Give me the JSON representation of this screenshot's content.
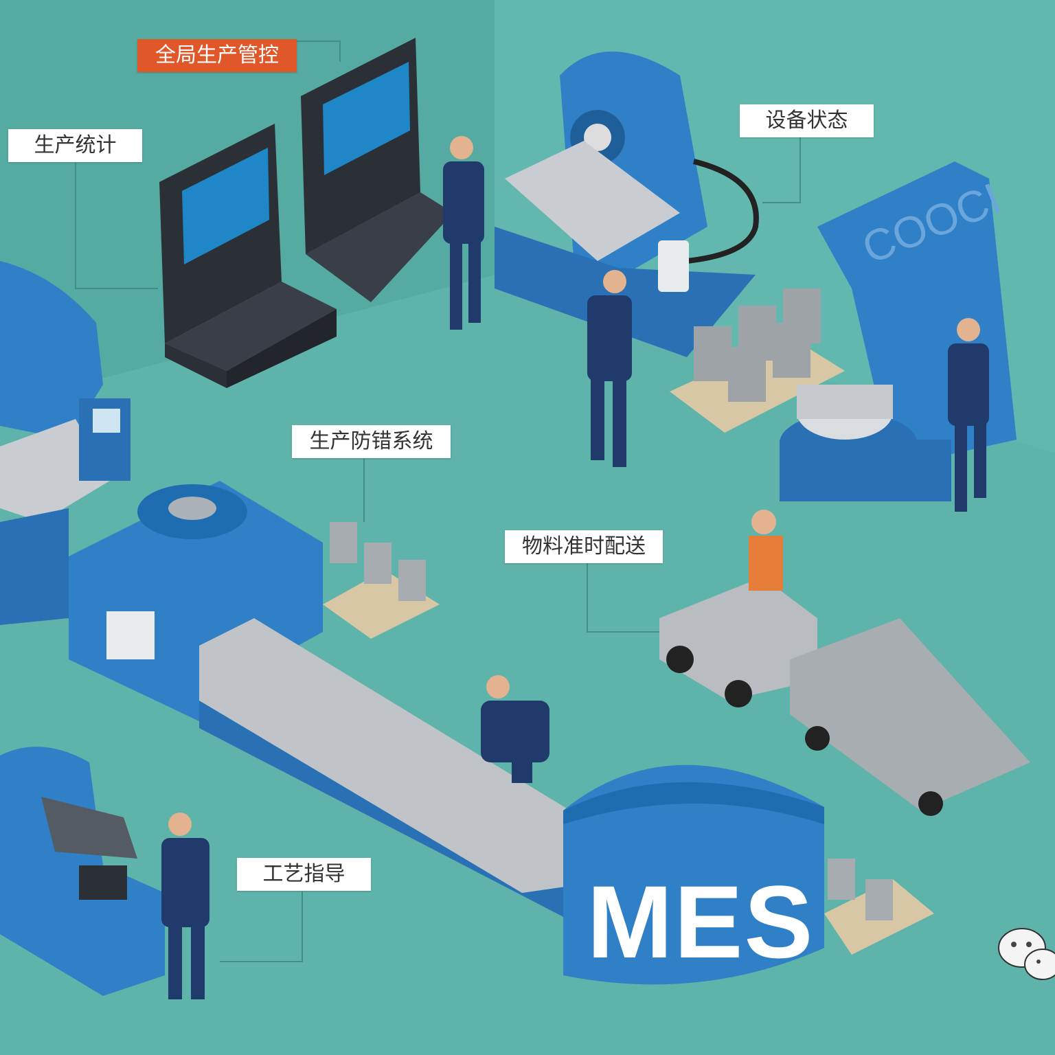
{
  "labels": {
    "global_control": "全局生产管控",
    "production_stats": "生产统计",
    "equipment_status": "设备状态",
    "error_proofing": "生产防错系统",
    "material_delivery": "物料准时配送",
    "process_guidance": "工艺指导"
  },
  "center_title": "MES",
  "machine_brand": "COOCI",
  "watermark_icon": "wechat-icon",
  "colors": {
    "background": "#5eb3aa",
    "machine_blue": "#2f80c6",
    "accent_label": "#e0582a",
    "worker": "#1f3a6b",
    "panel": "#2b2f36"
  }
}
